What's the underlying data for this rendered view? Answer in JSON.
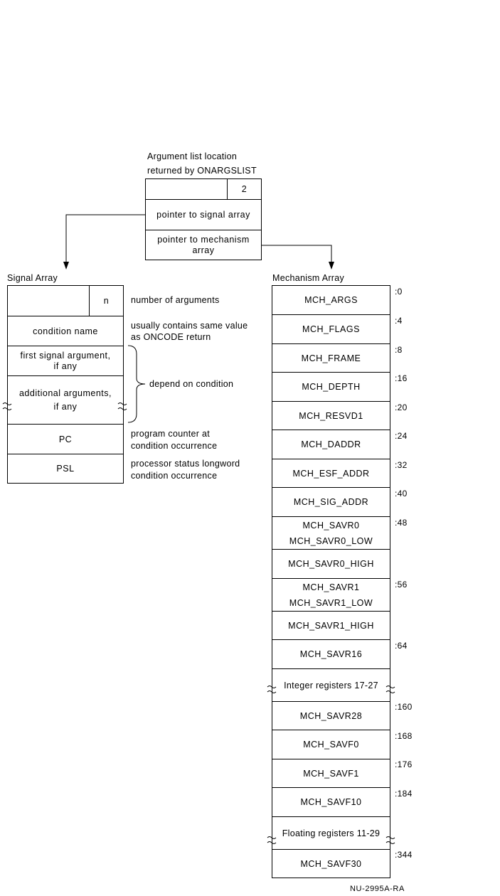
{
  "arglist": {
    "title_line1": "Argument list location",
    "title_line2": "returned by ONARGSLIST",
    "count": "2",
    "row_signal": "pointer to signal array",
    "row_mech_line1": "pointer to mechanism",
    "row_mech_line2": "array"
  },
  "signal_array": {
    "title": "Signal Array",
    "n_label": "n",
    "rows": [
      {
        "line1": "condition name",
        "line2": ""
      },
      {
        "line1": "first signal argument,",
        "line2": "if any"
      },
      {
        "line1": "additional arguments,",
        "line2": "if any"
      },
      {
        "line1": "PC",
        "line2": ""
      },
      {
        "line1": "PSL",
        "line2": ""
      }
    ],
    "notes": {
      "n": "number of arguments",
      "condition_line1": "usually contains same value",
      "condition_line2": "as ONCODE return",
      "depend": "depend on condition",
      "pc_line1": "program counter at",
      "pc_line2": "condition occurrence",
      "psl_line1": "processor status longword",
      "psl_line2": "condition occurrence"
    }
  },
  "mechanism_array": {
    "title": "Mechanism Array",
    "rows": [
      {
        "l1": "MCH_ARGS",
        "l2": "",
        "offset": ":0"
      },
      {
        "l1": "MCH_FLAGS",
        "l2": "",
        "offset": ":4"
      },
      {
        "l1": "MCH_FRAME",
        "l2": "",
        "offset": ":8"
      },
      {
        "l1": "MCH_DEPTH",
        "l2": "",
        "offset": ":16"
      },
      {
        "l1": "MCH_RESVD1",
        "l2": "",
        "offset": ":20"
      },
      {
        "l1": "MCH_DADDR",
        "l2": "",
        "offset": ":24"
      },
      {
        "l1": "MCH_ESF_ADDR",
        "l2": "",
        "offset": ":32"
      },
      {
        "l1": "MCH_SIG_ADDR",
        "l2": "",
        "offset": ":40"
      },
      {
        "l1": "MCH_SAVR0",
        "l2": "MCH_SAVR0_LOW",
        "offset": ":48"
      },
      {
        "l1": "MCH_SAVR0_HIGH",
        "l2": "",
        "offset": ""
      },
      {
        "l1": "MCH_SAVR1",
        "l2": "MCH_SAVR1_LOW",
        "offset": ":56"
      },
      {
        "l1": "MCH_SAVR1_HIGH",
        "l2": "",
        "offset": ""
      },
      {
        "l1": "MCH_SAVR16",
        "l2": "",
        "offset": ":64"
      }
    ],
    "gap1": "Integer registers 17-27",
    "rows2": [
      {
        "l1": "MCH_SAVR28",
        "offset": ":160"
      },
      {
        "l1": "MCH_SAVF0",
        "offset": ":168"
      },
      {
        "l1": "MCH_SAVF1",
        "offset": ":176"
      },
      {
        "l1": "MCH_SAVF10",
        "offset": ":184"
      }
    ],
    "gap2": "Floating registers 11-29",
    "last": {
      "l1": "MCH_SAVF30",
      "offset": ":344"
    }
  },
  "figure_id": "NU-2995A-RA"
}
